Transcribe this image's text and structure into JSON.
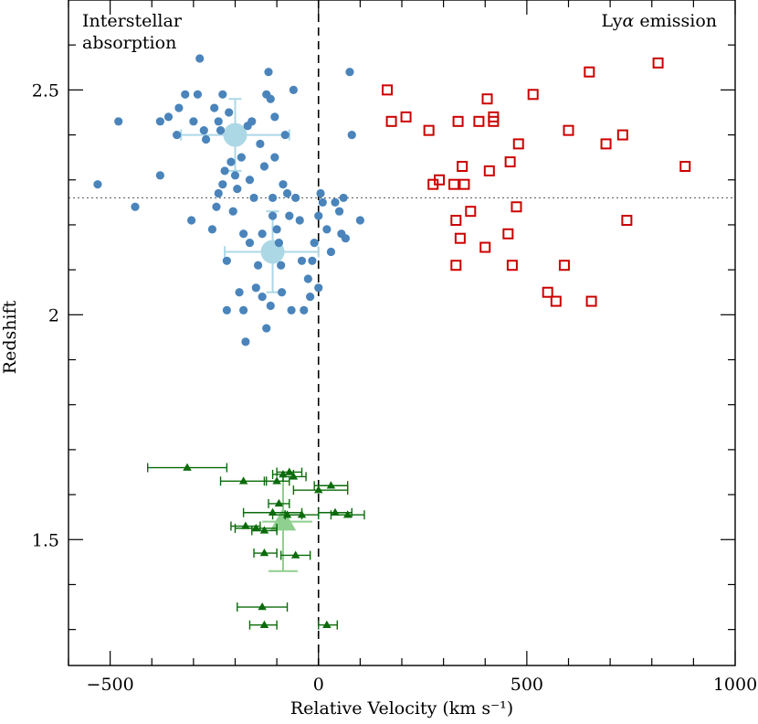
{
  "chart_data": {
    "type": "scatter",
    "xlabel": "Relative Velocity (km s⁻¹)",
    "ylabel": "Redshift",
    "xlim": [
      -600,
      1000
    ],
    "ylim": [
      1.22,
      2.7
    ],
    "x_ticks": [
      -500,
      0,
      500,
      1000
    ],
    "x_tick_labels": [
      "−500",
      "0",
      "500",
      "1000"
    ],
    "y_ticks": [
      1.5,
      2.0,
      2.5
    ],
    "y_tick_labels": [
      "1.5",
      "2",
      "2.5"
    ],
    "grid": false,
    "annotations": {
      "top_left_line1": "Interstellar",
      "top_left_line2": "absorption",
      "top_right_prefix": "Ly",
      "top_right_greek": "α",
      "top_right_suffix": " emission"
    },
    "reference_lines": {
      "vertical_dashed_x": 0,
      "horizontal_dotted_y": 2.26
    },
    "colors": {
      "absorption": "#4a84bb",
      "absorption_mean": "#acd8e6",
      "emission": "#cc0000",
      "lowz": "#0b6b0b",
      "lowz_mean": "#8fcf8f"
    },
    "series": [
      {
        "kind": "absorption",
        "marker": "filled-circle",
        "points": [
          [
            -530,
            2.29
          ],
          [
            -480,
            2.43
          ],
          [
            -440,
            2.24
          ],
          [
            -380,
            2.31
          ],
          [
            -380,
            2.43
          ],
          [
            -360,
            2.44
          ],
          [
            -340,
            2.4
          ],
          [
            -335,
            2.46
          ],
          [
            -320,
            2.49
          ],
          [
            -305,
            2.21
          ],
          [
            -300,
            2.43
          ],
          [
            -290,
            2.49
          ],
          [
            -285,
            2.57
          ],
          [
            -275,
            2.41
          ],
          [
            -270,
            2.39
          ],
          [
            -255,
            2.19
          ],
          [
            -250,
            2.46
          ],
          [
            -245,
            2.24
          ],
          [
            -240,
            2.43
          ],
          [
            -240,
            2.27
          ],
          [
            -235,
            2.41
          ],
          [
            -230,
            2.49
          ],
          [
            -230,
            2.29
          ],
          [
            -225,
            2.32
          ],
          [
            -220,
            2.12
          ],
          [
            -220,
            2.01
          ],
          [
            -215,
            2.45
          ],
          [
            -210,
            2.34
          ],
          [
            -205,
            2.23
          ],
          [
            -200,
            2.31
          ],
          [
            -195,
            2.28
          ],
          [
            -190,
            2.05
          ],
          [
            -185,
            2.35
          ],
          [
            -180,
            2.18
          ],
          [
            -180,
            2.01
          ],
          [
            -175,
            1.94
          ],
          [
            -170,
            2.42
          ],
          [
            -165,
            2.3
          ],
          [
            -165,
            2.16
          ],
          [
            -160,
            2.43
          ],
          [
            -155,
            2.26
          ],
          [
            -150,
            2.06
          ],
          [
            -145,
            2.11
          ],
          [
            -140,
            2.38
          ],
          [
            -135,
            2.18
          ],
          [
            -135,
            2.04
          ],
          [
            -130,
            2.33
          ],
          [
            -125,
            2.49
          ],
          [
            -125,
            1.97
          ],
          [
            -120,
            2.54
          ],
          [
            -115,
            2.48
          ],
          [
            -115,
            2.02
          ],
          [
            -110,
            2.26
          ],
          [
            -110,
            2.22
          ],
          [
            -105,
            2.44
          ],
          [
            -105,
            2.35
          ],
          [
            -100,
            2.19
          ],
          [
            -95,
            2.16
          ],
          [
            -90,
            2.11
          ],
          [
            -88,
            2.05
          ],
          [
            -85,
            2.29
          ],
          [
            -80,
            2.4
          ],
          [
            -75,
            2.27
          ],
          [
            -70,
            2.22
          ],
          [
            -65,
            2.01
          ],
          [
            -60,
            2.5
          ],
          [
            -55,
            2.26
          ],
          [
            -45,
            2.21
          ],
          [
            -40,
            2.12
          ],
          [
            -35,
            2.01
          ],
          [
            -25,
            2.08
          ],
          [
            -20,
            2.04
          ],
          [
            -15,
            2.12
          ],
          [
            -10,
            2.16
          ],
          [
            0,
            2.06
          ],
          [
            0,
            2.22
          ],
          [
            5,
            2.27
          ],
          [
            10,
            2.25
          ],
          [
            20,
            2.19
          ],
          [
            30,
            2.14
          ],
          [
            40,
            2.25
          ],
          [
            50,
            2.23
          ],
          [
            55,
            2.18
          ],
          [
            60,
            2.26
          ],
          [
            65,
            2.17
          ],
          [
            75,
            2.54
          ],
          [
            80,
            2.4
          ],
          [
            100,
            2.21
          ]
        ]
      },
      {
        "kind": "absorption_mean",
        "marker": "large-circle-errorbar",
        "points": [
          {
            "x": -200,
            "y": 2.4,
            "xerr": [
              -330,
              -70
            ],
            "yerr": [
              2.32,
              2.48
            ]
          },
          {
            "x": -110,
            "y": 2.14,
            "xerr": [
              -225,
              0
            ],
            "yerr": [
              2.05,
              2.23
            ]
          }
        ]
      },
      {
        "kind": "emission",
        "marker": "open-square",
        "points": [
          [
            165,
            2.5
          ],
          [
            175,
            2.43
          ],
          [
            210,
            2.44
          ],
          [
            265,
            2.41
          ],
          [
            275,
            2.29
          ],
          [
            290,
            2.3
          ],
          [
            325,
            2.29
          ],
          [
            330,
            2.21
          ],
          [
            330,
            2.11
          ],
          [
            335,
            2.43
          ],
          [
            340,
            2.17
          ],
          [
            345,
            2.33
          ],
          [
            350,
            2.29
          ],
          [
            365,
            2.23
          ],
          [
            385,
            2.43
          ],
          [
            400,
            2.15
          ],
          [
            405,
            2.48
          ],
          [
            410,
            2.32
          ],
          [
            420,
            2.44
          ],
          [
            420,
            2.43
          ],
          [
            455,
            2.18
          ],
          [
            460,
            2.34
          ],
          [
            465,
            2.11
          ],
          [
            475,
            2.24
          ],
          [
            480,
            2.38
          ],
          [
            515,
            2.49
          ],
          [
            550,
            2.05
          ],
          [
            570,
            2.03
          ],
          [
            590,
            2.11
          ],
          [
            600,
            2.41
          ],
          [
            650,
            2.54
          ],
          [
            655,
            2.03
          ],
          [
            690,
            2.38
          ],
          [
            730,
            2.4
          ],
          [
            740,
            2.21
          ],
          [
            815,
            2.56
          ],
          [
            880,
            2.33
          ]
        ]
      },
      {
        "kind": "lowz",
        "marker": "filled-triangle-errorbar",
        "points": [
          {
            "x": -315,
            "y": 1.66,
            "xerr": [
              -410,
              -220
            ]
          },
          {
            "x": -180,
            "y": 1.63,
            "xerr": [
              -235,
              -125
            ]
          },
          {
            "x": -100,
            "y": 1.63,
            "xerr": [
              -130,
              -70
            ]
          },
          {
            "x": -85,
            "y": 1.645,
            "xerr": [
              -110,
              -60
            ]
          },
          {
            "x": -70,
            "y": 1.65,
            "xerr": [
              -100,
              -40
            ]
          },
          {
            "x": -60,
            "y": 1.64,
            "xerr": [
              -85,
              -30
            ]
          },
          {
            "x": 0,
            "y": 1.61,
            "xerr": [
              -60,
              70
            ]
          },
          {
            "x": 30,
            "y": 1.62,
            "xerr": [
              -10,
              70
            ]
          },
          {
            "x": -95,
            "y": 1.58,
            "xerr": [
              -120,
              -70
            ]
          },
          {
            "x": -110,
            "y": 1.56,
            "xerr": [
              -180,
              -40
            ]
          },
          {
            "x": -75,
            "y": 1.555,
            "xerr": [
              -110,
              -40
            ]
          },
          {
            "x": -40,
            "y": 1.555,
            "xerr": [
              -80,
              0
            ]
          },
          {
            "x": 40,
            "y": 1.56,
            "xerr": [
              0,
              80
            ]
          },
          {
            "x": 70,
            "y": 1.555,
            "xerr": [
              30,
              110
            ]
          },
          {
            "x": -175,
            "y": 1.53,
            "xerr": [
              -210,
              -140
            ]
          },
          {
            "x": -150,
            "y": 1.525,
            "xerr": [
              -200,
              -100
            ]
          },
          {
            "x": -130,
            "y": 1.52,
            "xerr": [
              -160,
              -100
            ]
          },
          {
            "x": -130,
            "y": 1.47,
            "xerr": [
              -155,
              -100
            ]
          },
          {
            "x": -55,
            "y": 1.465,
            "xerr": [
              -90,
              -20
            ]
          },
          {
            "x": -135,
            "y": 1.35,
            "xerr": [
              -195,
              -75
            ]
          },
          {
            "x": -130,
            "y": 1.31,
            "xerr": [
              -165,
              -100
            ]
          },
          {
            "x": 20,
            "y": 1.31,
            "xerr": [
              0,
              45
            ]
          }
        ]
      },
      {
        "kind": "lowz_mean",
        "marker": "large-triangle-errorbar",
        "points": [
          {
            "x": -85,
            "y": 1.54,
            "xerr": [
              -135,
              -15
            ],
            "yerr": [
              1.43,
              1.64
            ]
          }
        ]
      }
    ]
  }
}
